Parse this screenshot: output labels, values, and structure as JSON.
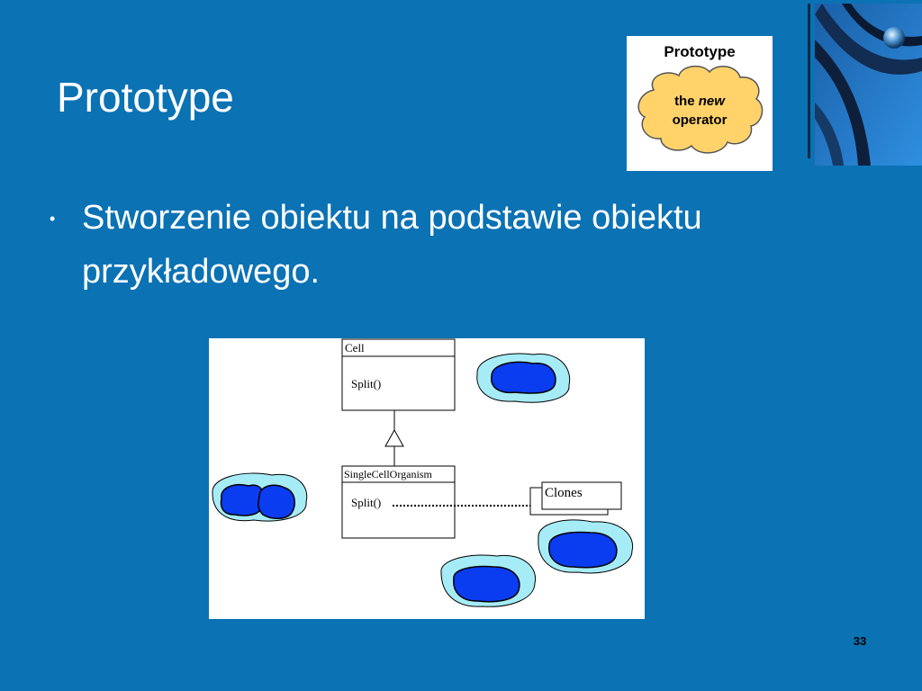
{
  "slide": {
    "title": "Prototype",
    "bullets": [
      "Stworzenie obiektu na podstawie obiektu przykładowego."
    ],
    "page_number": "33",
    "bullet_symbol": "•",
    "colors": {
      "background": "#0b72b4",
      "text": "#ffffff",
      "cloud": "#ffd36a"
    }
  },
  "clipart": {
    "title": "Prototype",
    "text_line1_prefix": "the",
    "text_line1_emphasis": "new",
    "text_line2": "operator"
  },
  "diagram": {
    "class_parent": {
      "name": "Cell",
      "method": "Split()"
    },
    "class_child": {
      "name": "SingleCellOrganism",
      "method": "Split()"
    },
    "note": "Clones"
  }
}
